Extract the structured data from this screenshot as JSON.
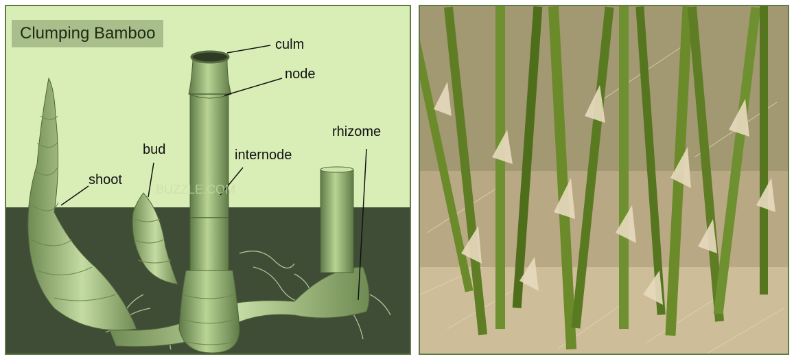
{
  "diagram": {
    "title": "Clumping Bamboo",
    "labels": {
      "culm": "culm",
      "node": "node",
      "internode": "internode",
      "bud": "bud",
      "shoot": "shoot",
      "rhizome": "rhizome"
    },
    "watermark": "BUZZLE.COM"
  },
  "photo": {
    "subject": "bamboo-grove"
  }
}
